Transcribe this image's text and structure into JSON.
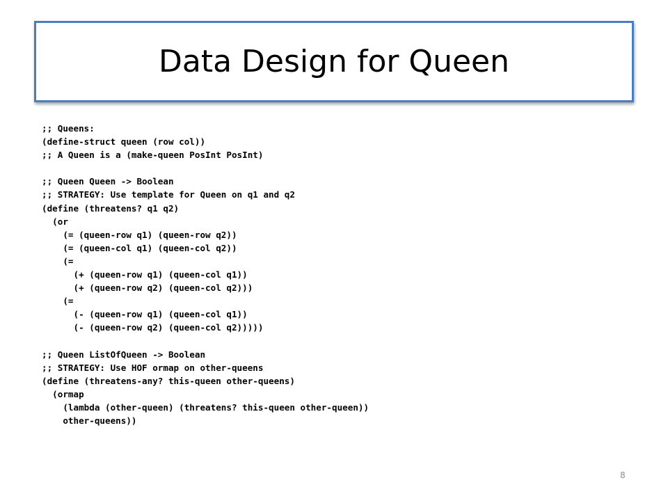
{
  "slide": {
    "title": "Data Design for Queen",
    "page_number": "8",
    "code_lines": [
      ";; Queens:",
      "(define-struct queen (row col))",
      ";; A Queen is a (make-queen PosInt PosInt)",
      "",
      ";; Queen Queen -> Boolean",
      ";; STRATEGY: Use template for Queen on q1 and q2",
      "(define (threatens? q1 q2)",
      "  (or",
      "    (= (queen-row q1) (queen-row q2))",
      "    (= (queen-col q1) (queen-col q2))",
      "    (=",
      "      (+ (queen-row q1) (queen-col q1))",
      "      (+ (queen-row q2) (queen-col q2)))",
      "    (=",
      "      (- (queen-row q1) (queen-col q1))",
      "      (- (queen-row q2) (queen-col q2)))))",
      "",
      ";; Queen ListOfQueen -> Boolean",
      ";; STRATEGY: Use HOF ormap on other-queens",
      "(define (threatens-any? this-queen other-queens)",
      "  (ormap",
      "    (lambda (other-queen) (threatens? this-queen other-queen))",
      "    other-queens))"
    ]
  }
}
